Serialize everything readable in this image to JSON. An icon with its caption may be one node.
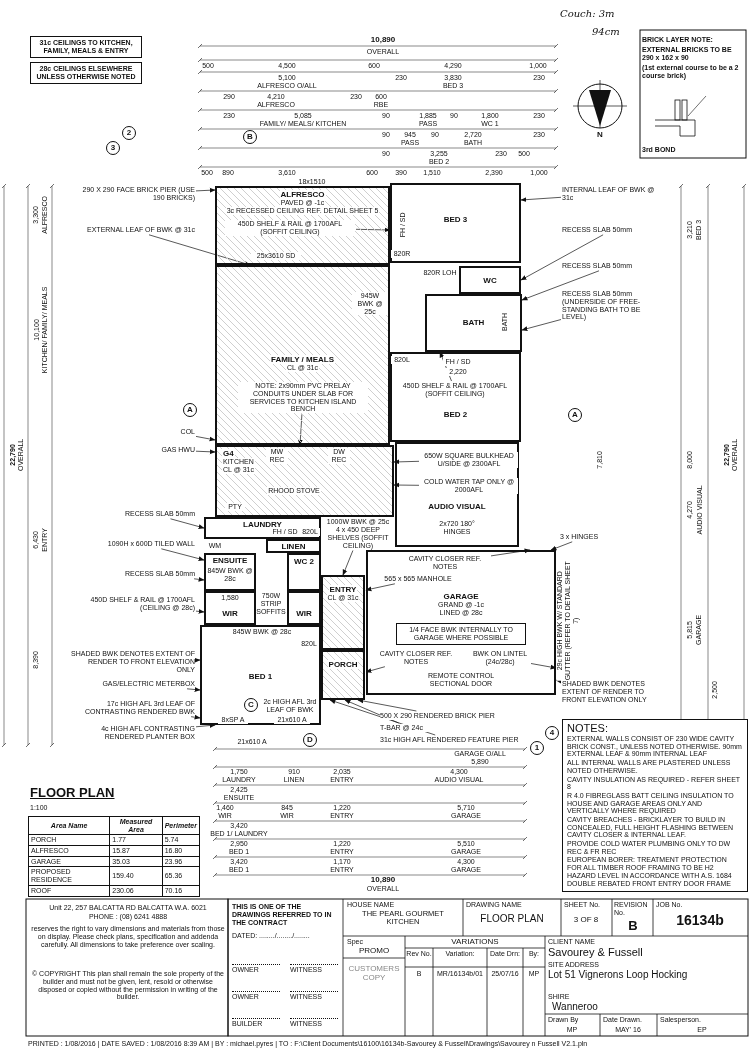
{
  "diagram": {
    "nodes": [
      {
        "text": [
          "ALFRESCO",
          "PAVED @ -1c",
          "3c RECESSED CEILING REF. DETAIL SHEET 5"
        ]
      },
      {
        "text": [
          "BED 3"
        ]
      },
      {
        "text": [
          "FAMILY / MEALS",
          "CL @ 31c"
        ]
      },
      {
        "text": [
          "WC"
        ]
      },
      {
        "text": [
          "BATH"
        ]
      },
      {
        "text": [
          "BED 2"
        ]
      },
      {
        "text": [
          "G4",
          "KITCHEN",
          "CL @ 31c"
        ]
      },
      {
        "text": [
          "AUDIO VISUAL"
        ]
      },
      {
        "text": [
          "LAUNDRY"
        ]
      },
      {
        "text": [
          "LINEN"
        ]
      },
      {
        "text": [
          "ENSUITE"
        ]
      },
      {
        "text": [
          "WC 2"
        ]
      },
      {
        "text": [
          "WIR"
        ]
      },
      {
        "text": [
          "WIR"
        ]
      },
      {
        "text": [
          "ENTRY",
          "CL @ 31c"
        ]
      },
      {
        "text": [
          "GARAGE",
          "GRAND @ -1c",
          "LINED @ 28c"
        ]
      },
      {
        "text": [
          "BED 1"
        ]
      },
      {
        "text": [
          "PORCH"
        ]
      },
      {
        "text": [
          "290 X 290 FACE BRICK PIER (USE 190 BRICKS)"
        ]
      },
      {
        "text": [
          "EXTERNAL LEAF OF BWK @ 31c"
        ]
      },
      {
        "text": [
          "INTERNAL LEAF OF BWK @ 31c"
        ]
      },
      {
        "text": [
          "RECESS SLAB 50mm"
        ]
      },
      {
        "text": [
          "RECESS SLAB 50mm"
        ]
      },
      {
        "text": [
          "RECESS SLAB 50mm (UNDERSIDE OF FREE-STANDING BATH TO BE LEVEL)"
        ]
      },
      {
        "text": [
          "450D SHELF & RAIL @ 1700AFL (SOFFIT CEILING)"
        ],
        "in": 0
      },
      {
        "text": [
          "450D SHELF & RAIL @ 1700AFL (SOFFIT CEILING)"
        ],
        "in": 5
      },
      {
        "text": [
          "NOTE: 2x90mm PVC PRELAY CONDUITS UNDER SLAB FOR SERVICES TO KITCHEN ISLAND BENCH"
        ],
        "in": 2
      },
      {
        "text": [
          "COL"
        ]
      },
      {
        "text": [
          "GAS HWU"
        ]
      },
      {
        "text": [
          "650W SQUARE BULKHEAD U/SIDE @ 2300AFL"
        ],
        "in": 7
      },
      {
        "text": [
          "COLD WATER TAP ONLY @ 2000AFL"
        ],
        "in": 7
      },
      {
        "text": [
          "RECESS SLAB 50mm"
        ]
      },
      {
        "text": [
          "1090H x 600D TILED WALL"
        ]
      },
      {
        "text": [
          "RECESS SLAB 50mm"
        ]
      },
      {
        "text": [
          "450D SHELF & RAIL @ 1700AFL (CEILING @ 28c)"
        ]
      },
      {
        "text": [
          "4 x 450 DEEP SHELVES (SOFFIT CEILING)"
        ]
      },
      {
        "text": [
          "CAVITY CLOSER REF. NOTES"
        ],
        "in": 15
      },
      {
        "text": [
          "3 x HINGES"
        ]
      },
      {
        "text": [
          "565 x 565 MANHOLE"
        ],
        "in": 15
      },
      {
        "text": [
          "CAVITY CLOSER REF. NOTES"
        ],
        "in": 15
      },
      {
        "text": [
          "BWK ON LINTEL (24c/28c)"
        ],
        "in": 15
      },
      {
        "text": [
          "SHADED BWK DENOTES EXTENT OF RENDER TO FRONT ELEVATION ONLY"
        ]
      },
      {
        "text": [
          "GAS/ELECTRIC METERBOX"
        ]
      },
      {
        "text": [
          "17c HIGH AFL 3rd LEAF OF CONTRASTING RENDERED BWK"
        ]
      },
      {
        "text": [
          "4c HIGH AFL CONTRASTING RENDERED PLANTER BOX"
        ]
      },
      {
        "text": [
          "500 X 290 RENDERED BRICK PIER"
        ]
      },
      {
        "text": [
          "T-BAR @ 24c"
        ]
      },
      {
        "text": [
          "31c HIGH AFL RENDERED FEATURE PIER"
        ]
      },
      {
        "text": [
          "SHADED BWK DENOTES EXTENT OF RENDER TO FRONT ELEVATION ONLY"
        ]
      }
    ],
    "edges": [
      {
        "from": 18,
        "to": 0,
        "arrow": "to"
      },
      {
        "from": 19,
        "to": 0,
        "arrow": "to"
      },
      {
        "from": 20,
        "to": 1,
        "arrow": "to"
      },
      {
        "from": 21,
        "to": 3,
        "arrow": "to"
      },
      {
        "from": 22,
        "to": 4,
        "arrow": "to"
      },
      {
        "from": 23,
        "to": 4,
        "arrow": "to"
      },
      {
        "from": 24,
        "to": 1,
        "arrow": "to"
      },
      {
        "from": 25,
        "to": 5,
        "arrow": "to"
      },
      {
        "from": 26,
        "to": 6,
        "arrow": "to"
      },
      {
        "from": 27,
        "to": 2,
        "arrow": "to"
      },
      {
        "from": 28,
        "to": 6,
        "arrow": "to"
      },
      {
        "from": 29,
        "to": 6,
        "arrow": "to"
      },
      {
        "from": 30,
        "to": 6,
        "arrow": "to"
      },
      {
        "from": 31,
        "to": 8,
        "arrow": "to"
      },
      {
        "from": 32,
        "to": 10,
        "arrow": "to"
      },
      {
        "from": 33,
        "to": 10,
        "arrow": "to"
      },
      {
        "from": 34,
        "to": 12,
        "arrow": "to"
      },
      {
        "from": 35,
        "to": 14,
        "arrow": "to"
      },
      {
        "from": 36,
        "to": 15,
        "arrow": "to"
      },
      {
        "from": 37,
        "to": 15,
        "arrow": "to"
      },
      {
        "from": 38,
        "to": 15,
        "arrow": "to"
      },
      {
        "from": 39,
        "to": 15,
        "arrow": "to"
      },
      {
        "from": 40,
        "to": 15,
        "arrow": "to"
      },
      {
        "from": 41,
        "to": 16,
        "arrow": "to"
      },
      {
        "from": 42,
        "to": 16,
        "arrow": "to"
      },
      {
        "from": 43,
        "to": 16,
        "arrow": "to"
      },
      {
        "from": 44,
        "to": 16,
        "arrow": "to"
      },
      {
        "from": 45,
        "to": 17,
        "arrow": "to"
      },
      {
        "from": 46,
        "to": 17,
        "arrow": "to"
      },
      {
        "from": 47,
        "to": 17,
        "arrow": "to"
      },
      {
        "from": 48,
        "to": 15,
        "arrow": "to"
      }
    ],
    "labels": [
      "31c CEILINGS TO KITCHEN, FAMILY, MEALS & ENTRY",
      "28c CEILINGS ELSEWHERE UNLESS OTHERWISE NOTED",
      "Couch: 3m",
      "94cm",
      "BRICK LAYER NOTE:",
      "EXTERNAL BRICKS TO BE 290 x 162 x 90",
      "(1st external course to be a 2 course brick)",
      "3rd BOND",
      "2",
      "3",
      "B",
      "A",
      "A",
      "C",
      "D",
      "4",
      "1",
      "N",
      "10,890",
      "OVERALL",
      "500",
      "4,500",
      "600",
      "4,290",
      "1,000",
      "5,100",
      "ALFRESCO O/ALL",
      "230",
      "3,830",
      "BED 3",
      "230",
      "290",
      "4,210",
      "ALFRESCO",
      "230",
      "600",
      "RBE",
      "230",
      "5,085",
      "FAMILY/ MEALS/ KITCHEN",
      "90",
      "1,885",
      "PASS",
      "90",
      "1,800",
      "WC 1",
      "230",
      "90",
      "945",
      "90",
      "2,720",
      "PASS",
      "BATH",
      "230",
      "90",
      "3,255",
      "BED 2",
      "230",
      "500",
      "500",
      "890",
      "3,610",
      "600",
      "390",
      "1,510",
      "2,390",
      "1,000",
      "18x1510",
      "25x3610 SD",
      "FH / SD",
      "820R",
      "820R LOH",
      "945W BWK @ 25c",
      "BATH",
      "820L",
      "FH / SD",
      "2,220",
      "MW REC",
      "DW REC",
      "PTY",
      "RHOOD STOVE",
      "1000W BWK @ 25c",
      "2x720 180° HINGES",
      "FH / SD",
      "820L",
      "WM",
      "845W BWK @ 28c",
      "1,580",
      "750W STRIP SOFFITS",
      "845W BWK @ 28c",
      "820L",
      "2c HIGH AFL 3rd LEAF OF BWK",
      "8xSP A",
      "21x610 A",
      "21x610 A",
      "1/4 FACE BWK INTERNALLY TO GARAGE WHERE POSSIBLE",
      "REMOTE CONTROL SECTIONAL DOOR",
      "29c HIGH BWK W/ STANDARD GUTTER (REFER TO DETAIL SHEET 7)",
      "22,790",
      "OVERALL",
      "10,100",
      "KITCHEN/ FAMILY/ MEALS",
      "3,300",
      "ALFRESCO",
      "8,390",
      "6,430",
      "ENTRY",
      "22,790",
      "OVERALL",
      "7,810",
      "8,000",
      "3,210",
      "BED 3",
      "4,270",
      "AUDIO VISUAL",
      "5,815",
      "GARAGE",
      "2,500",
      "GARAGE O/ALL",
      "5,890",
      "1,750",
      "LAUNDRY",
      "910",
      "LINEN",
      "2,035",
      "ENTRY",
      "4,300",
      "AUDIO VISUAL",
      "2,425",
      "ENSUITE",
      "1,460",
      "WIR",
      "845",
      "WIR",
      "1,220",
      "ENTRY",
      "5,710",
      "GARAGE",
      "3,420",
      "BED 1/ LAUNDRY",
      "2,950",
      "BED 1",
      "1,220",
      "ENTRY",
      "5,510",
      "GARAGE",
      "3,420",
      "BED 1",
      "1,170",
      "ENTRY",
      "4,300",
      "GARAGE",
      "10,890",
      "OVERALL",
      "NOTES:",
      "EXTERNAL WALLS CONSIST OF 230 WIDE CAVITY BRICK CONST., UNLESS NOTED OTHERWISE. 90mm EXTERNAL LEAF & 90mm INTERNAL LEAF",
      "ALL INTERNAL WALLS ARE PLASTERED UNLESS NOTED OTHERWISE.",
      "CAVITY INSULATION AS REQUIRED - REFER SHEET 8",
      "R 4.0 FIBREGLASS BATT CEILING INSULATION TO HOUSE AND GARAGE AREAS ONLY AND VERTICALLY WHERE REQUIRED",
      "CAVITY BREACHES - BRICKLAYER TO BUILD IN CONCEALED, FULL HEIGHT FLASHING BETWEEN CAVITY CLOSER & INTERNAL LEAF.",
      "PROVIDE COLD WATER PLUMBING ONLY TO DW REC & FR REC",
      "EUROPEAN BORER: TREATMENT PROTECTION FOR ALL TIMBER ROOF FRAMING TO BE H2 HAZARD LEVEL IN ACCORDANCE WITH A.S. 1684",
      "DOUBLE REBATED FRONT ENTRY DOOR FRAME",
      "FLOOR PLAN",
      "1:100",
      "Area Name",
      "Measured Area",
      "Perimeter",
      "PORCH",
      "1.77",
      "5.74",
      "ALFRESCO",
      "15.87",
      "16.80",
      "GARAGE",
      "35.03",
      "23.96",
      "PROPOSED RESIDENCE",
      "159.40",
      "65.36",
      "ROOF",
      "230.06",
      "70.16",
      "THIS IS ONE OF THE DRAWINGS REFERRED TO IN THE CONTRACT",
      "DATED: ......../......../........",
      "OWNER",
      "WITNESS",
      "OWNER",
      "WITNESS",
      "BUILDER",
      "WITNESS",
      "HOUSE NAME",
      "THE PEARL GOURMET KITCHEN",
      "Spec",
      "PROMO",
      "DRAWING NAME",
      "FLOOR PLAN",
      "SHEET No.",
      "3 OF 8",
      "REVISION No.",
      "B",
      "JOB No.",
      "16134b",
      "VARIATIONS",
      "Rev No.",
      "Variation:",
      "Date Drn:",
      "By:",
      "B",
      "MR/16134b/01",
      "25/07/16",
      "MP",
      "CUSTOMERS COPY",
      "CLIENT NAME",
      "Savourey & Fussell",
      "SITE ADDRESS",
      "Lot 51 Vignerons Loop Hocking",
      "SHIRE",
      "Wanneroo",
      "Drawn By",
      "MP",
      "Date Drawn.",
      "MAY' 16",
      "Salesperson.",
      "EP",
      "PRINTED : 1/08/2016 | DATE SAVED : 1/08/2016 8:39 AM | BY : michael.pyres | TO : F:\\Client Documents\\16100\\16134b-Savourey & Fussell\\Drawings\\Savourey n Fussell V2.1.pln",
      "Unit 22, 257 BALCATTA RD BALCATTA W.A. 6021",
      "PHONE : (08) 6241 4888",
      "reserves the right to vary dimensions and materials from those on display. Please check plans, specification and addenda carefully. All dimensions to take preference over scaling.",
      "© COPYRIGHT This plan shall remain the sole property of the builder and must not be given, lent, resold or otherwise disposed or copied without the permission in writing of the builder."
    ]
  }
}
